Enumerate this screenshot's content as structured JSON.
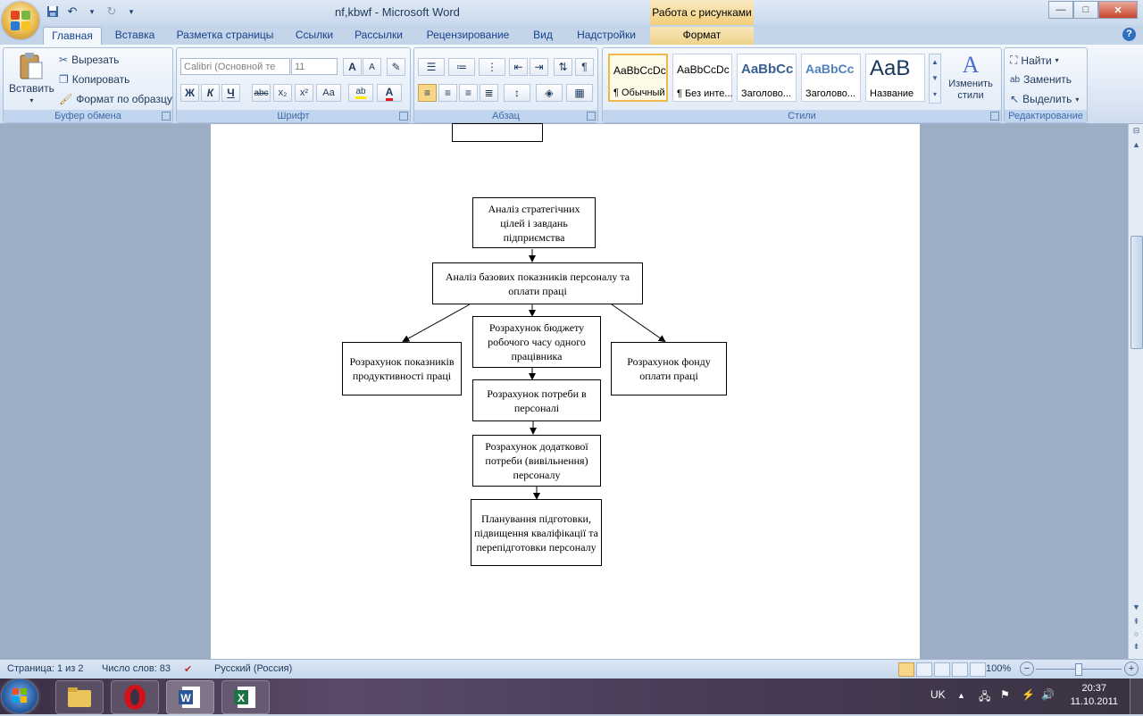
{
  "window": {
    "title": "nf,kbwf - Microsoft Word",
    "contextual_title": "Работа с рисунками",
    "controls": [
      "—",
      "□",
      "✕"
    ]
  },
  "qat": {
    "save": "save-icon",
    "undo": "undo-icon",
    "redo": "redo-icon",
    "customize": "▾"
  },
  "tabs": [
    {
      "label": "Главная"
    },
    {
      "label": "Вставка"
    },
    {
      "label": "Разметка страницы"
    },
    {
      "label": "Ссылки"
    },
    {
      "label": "Рассылки"
    },
    {
      "label": "Рецензирование"
    },
    {
      "label": "Вид"
    },
    {
      "label": "Надстройки"
    },
    {
      "label": "Формат"
    }
  ],
  "ribbon": {
    "clipboard": {
      "label": "Буфер обмена",
      "paste": "Вставить",
      "cut": "Вырезать",
      "copy": "Копировать",
      "format_painter": "Формат по образцу"
    },
    "font": {
      "label": "Шрифт",
      "font_name": "Calibri (Основной те",
      "font_size": "11",
      "bold": "Ж",
      "italic": "К",
      "underline": "Ч",
      "strike": "abc",
      "subscript": "x₂",
      "superscript": "x²",
      "change_case": "Aa",
      "grow": "A",
      "shrink": "A"
    },
    "paragraph": {
      "label": "Абзац",
      "pilcrow": "¶"
    },
    "styles": {
      "label": "Стили",
      "items": [
        {
          "sample": "AaBbCcDc",
          "name": "¶ Обычный"
        },
        {
          "sample": "AaBbCcDc",
          "name": "¶ Без инте..."
        },
        {
          "sample": "AaBbCc",
          "name": "Заголово..."
        },
        {
          "sample": "AaBbCc",
          "name": "Заголово..."
        },
        {
          "sample": "AaB",
          "name": "Название"
        }
      ],
      "change_styles": "Изменить стили"
    },
    "editing": {
      "label": "Редактирование",
      "find": "Найти",
      "replace": "Заменить",
      "select": "Выделить"
    }
  },
  "flowchart": {
    "prev_box_text": "",
    "b1": "Аналіз стратегічних цілей і завдань підприємства",
    "b2": "Аналіз базових показників персоналу та оплати праці",
    "b3": "Розрахунок бюджету робочого часу одного працівника",
    "b4": "Розрахунок показників продуктивності праці",
    "b5": "Розрахунок фонду оплати праці",
    "b6": "Розрахунок потреби в персоналі",
    "b7": "Розрахунок додаткової потреби (вивільнення) персоналу",
    "b8": "Планування підготовки, підвищення кваліфікації та перепідготовки персоналу"
  },
  "statusbar": {
    "page": "Страница: 1 из 2",
    "words": "Число слов: 83",
    "language": "Русский (Россия)",
    "zoom": "100%"
  },
  "taskbar": {
    "lang": "UK",
    "time": "20:37",
    "date": "11.10.2011",
    "apps": [
      "explorer-icon",
      "opera-icon",
      "word-icon",
      "excel-icon"
    ]
  }
}
